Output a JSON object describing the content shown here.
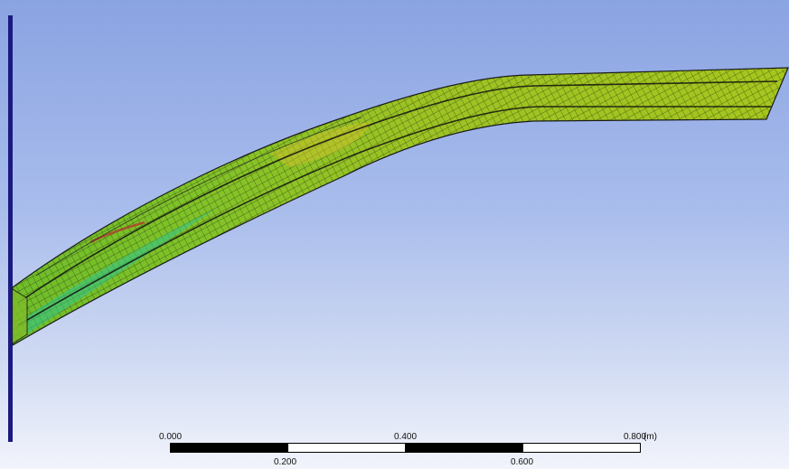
{
  "viewport": {
    "background_top": "#8aa3e2",
    "background_bottom": "#f2f4fb"
  },
  "model": {
    "mesh_color": "#8fc21a",
    "edge_color": "#1a1a1a",
    "highlight_colors": [
      "#d7c32c",
      "#2fc48e",
      "#b33a2a"
    ]
  },
  "scale": {
    "labels_top": [
      "0.000",
      "0.400",
      "0.800"
    ],
    "unit": "(m)",
    "labels_bottom": [
      "0.200",
      "0.600"
    ]
  }
}
